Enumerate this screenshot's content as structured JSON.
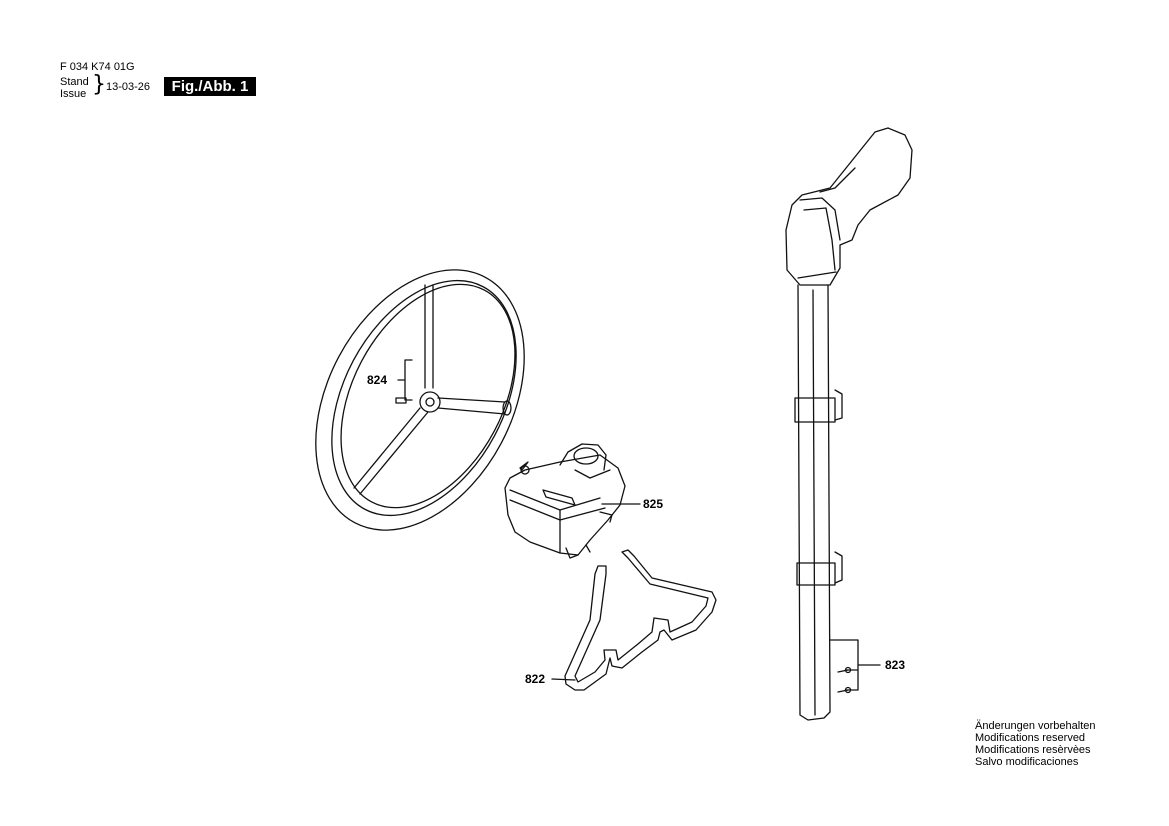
{
  "header": {
    "doc_number": "F 034 K74 01G",
    "stand_label": "Stand",
    "issue_label": "Issue",
    "brace": "}",
    "issue_date": "13-03-26",
    "figure_label": "Fig./Abb. 1"
  },
  "parts": {
    "p822": "822",
    "p823": "823",
    "p824": "824",
    "p825": "825"
  },
  "modifications": [
    "Änderungen vorbehalten",
    "Modifications reserved",
    "Modifications resèrvèes",
    "Salvo modificaciones"
  ]
}
